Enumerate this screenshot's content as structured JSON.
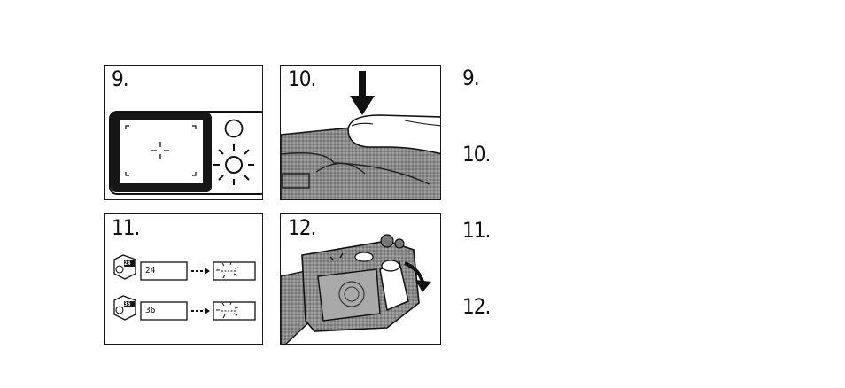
{
  "panels": [
    {
      "number": "9."
    },
    {
      "number": "10."
    },
    {
      "number": "11."
    },
    {
      "number": "12."
    }
  ],
  "side_numbers": [
    "9.",
    "10.",
    "11.",
    "12."
  ],
  "film": [
    {
      "cartridge_label": "24",
      "counter": "24"
    },
    {
      "cartridge_label": "36",
      "counter": "36"
    }
  ]
}
